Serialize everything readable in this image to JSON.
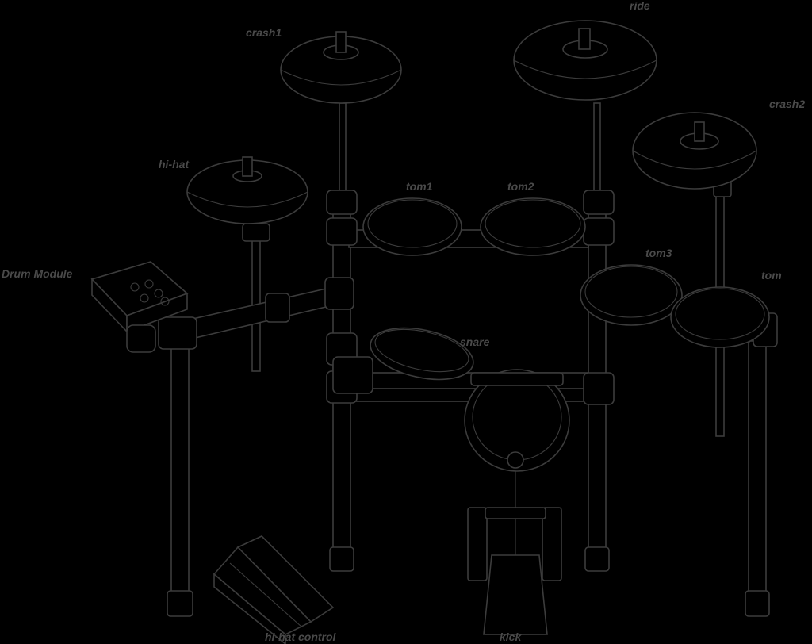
{
  "diagram": {
    "labels": {
      "crash1": "crash1",
      "ride": "ride",
      "crash2": "crash2",
      "hihat": "hi-hat",
      "tom1": "tom1",
      "tom2": "tom2",
      "tom3": "tom3",
      "tom": "tom",
      "drum_module": "Drum Module",
      "snare": "snare",
      "hihat_control": "hi-hat control",
      "kick": "kick"
    },
    "colors": {
      "background": "#000000",
      "line": "#3c3c3c",
      "label": "#4a4a4a"
    }
  }
}
